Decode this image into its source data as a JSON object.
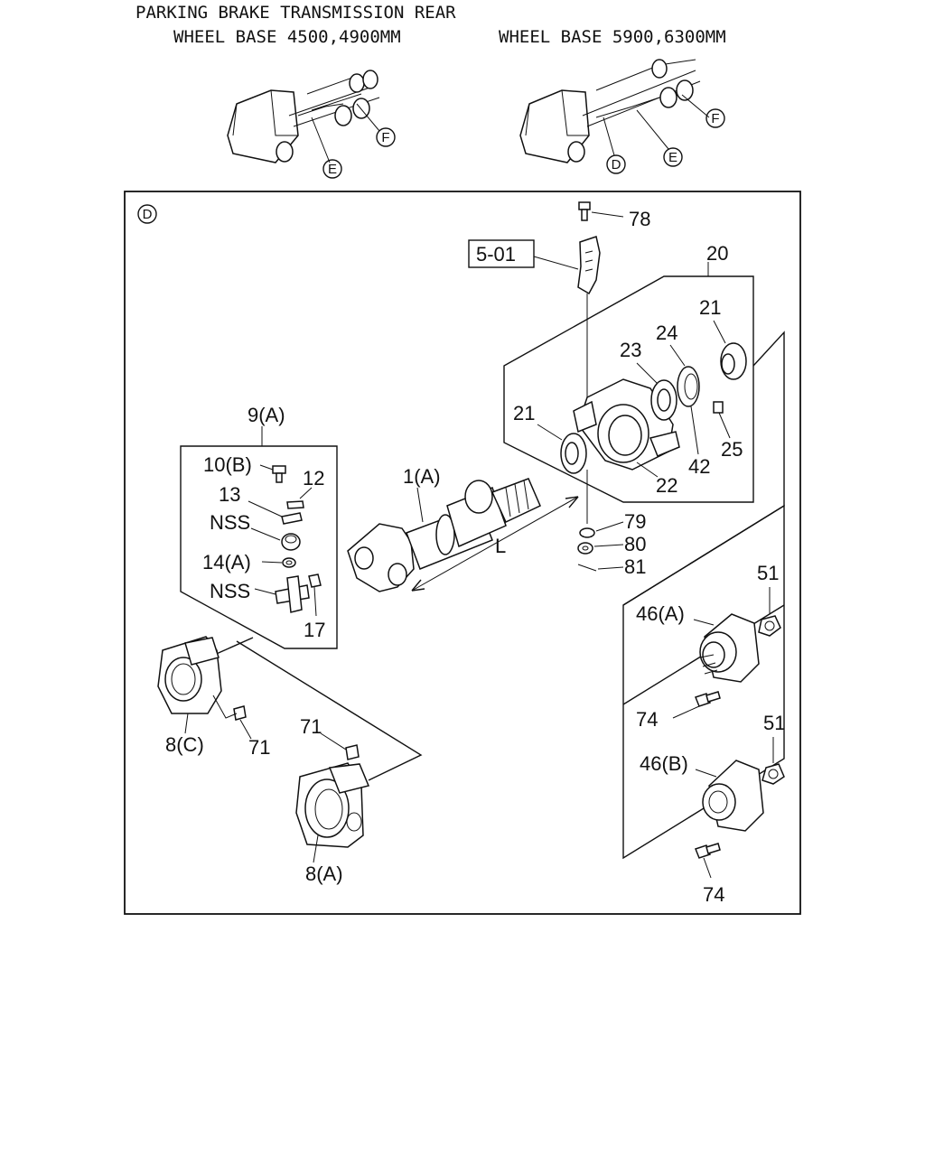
{
  "header": {
    "title": "PARKING BRAKE TRANSMISSION REAR",
    "wheelbase_left": "WHEEL BASE 4500,4900MM",
    "wheelbase_right": "WHEEL BASE 5900,6300MM"
  },
  "callouts": {
    "left_e": "E",
    "left_f": "F",
    "right_d": "D",
    "right_e": "E",
    "right_f": "F",
    "detail_d": "D"
  },
  "labels": {
    "p78": "78",
    "ref_501": "5-01",
    "p20": "20",
    "p21_top": "21",
    "p24": "24",
    "p23": "23",
    "p21_left": "21",
    "p25": "25",
    "p42": "42",
    "p22": "22",
    "p9a": "9(A)",
    "p10b": "10(B)",
    "p12": "12",
    "p13": "13",
    "nss_1": "NSS",
    "p14a": "14(A)",
    "nss_2": "NSS",
    "p17": "17",
    "p1a": "1(A)",
    "dim_l": "L",
    "p79": "79",
    "p80": "80",
    "p81": "81",
    "p51_top": "51",
    "p46a": "46(A)",
    "p74_top": "74",
    "p51_bottom": "51",
    "p46b": "46(B)",
    "p74_bottom": "74",
    "p8c": "8(C)",
    "p71_left": "71",
    "p71_right": "71",
    "p8a": "8(A)"
  }
}
